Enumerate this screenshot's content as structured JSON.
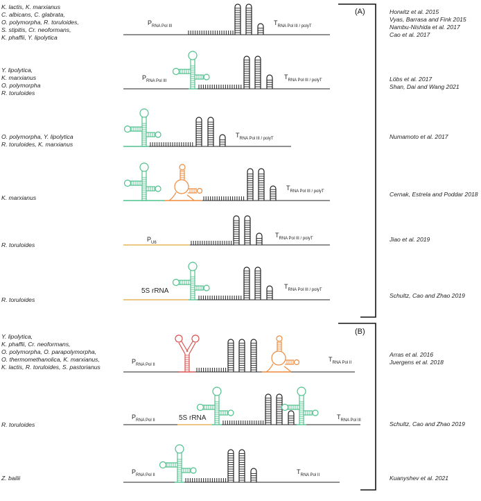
{
  "panels": [
    {
      "label": "(A)"
    },
    {
      "label": "(B)"
    }
  ],
  "colors": {
    "black": "#222222",
    "green": "#4fc08d",
    "orange": "#f08a3c",
    "red": "#d9534f",
    "yellow": "#e8b35a"
  },
  "rows": [
    {
      "organisms": [
        "K. lactis, K. marxianus",
        "C. albicans, C. glabrata,",
        "O. polymorpha, R. toruloides,",
        "S. stipitis, Cr. neoformans,",
        "K. phaffii, Y. lipolytica"
      ],
      "references": [
        "Horwitz et al. 2015",
        "Vyas, Barrasa and Fink 2015",
        "Nambu-Nishida et al. 2017",
        "Cao et al. 2017"
      ],
      "promoter": {
        "main": "P",
        "sub": "RNA Pol III"
      },
      "terminator": {
        "main": "T",
        "sub": "RNA Pol III / polyT"
      }
    },
    {
      "organisms": [
        "Y. lipolytica,",
        "K. marxianus",
        "O. polymorpha",
        "R. toruloides"
      ],
      "references": [
        "Löbs et al. 2017",
        "Shan, Dai and Wang 2021"
      ],
      "promoter": {
        "main": "P",
        "sub": "RNA Pol III"
      },
      "terminator": {
        "main": "T",
        "sub": "RNA Pol III / polyT"
      }
    },
    {
      "organisms": [
        "O. polymorpha, Y. lipolytica",
        "R. toruloides, K. marxianus"
      ],
      "references": [
        "Numamoto et al. 2017"
      ],
      "terminator": {
        "main": "T",
        "sub": "RNA Pol III / polyT"
      }
    },
    {
      "organisms": [
        "K. marxianus"
      ],
      "references": [
        "Cernak, Estrela and Poddar 2018"
      ],
      "terminator": {
        "main": "T",
        "sub": "RNA Pol III / polyT"
      }
    },
    {
      "organisms": [
        "R. toruloides"
      ],
      "references": [
        "Jiao et al. 2019"
      ],
      "promoter": {
        "main": "P",
        "sub": "U6"
      },
      "terminator": {
        "main": "T",
        "sub": "RNA Pol III / polyT"
      }
    },
    {
      "organisms": [
        "R. toruloides"
      ],
      "references": [
        "Schultz, Cao and Zhao 2019"
      ],
      "element": "5S rRNA",
      "terminator": {
        "main": "T",
        "sub": "RNA Pol III / polyT"
      }
    },
    {
      "organisms": [
        "Y. lipolytica,",
        "K. phaffii, Cr. neoformans,",
        "O. polymorpha, O. parapolymorpha,",
        "O. thermomethanolica, K. marxianus,",
        "K. lactis, R. toruloides, S. pastorianus"
      ],
      "references": [
        "Arras et al. 2016",
        "Juergens et al. 2018"
      ],
      "promoter": {
        "main": "P",
        "sub": "RNA Pol II"
      },
      "terminator": {
        "main": "T",
        "sub": "RNA Pol II"
      }
    },
    {
      "organisms": [
        "R. toruloides"
      ],
      "references": [
        "Schultz, Cao and Zhao 2019"
      ],
      "promoter": {
        "main": "P",
        "sub": "RNA Pol II"
      },
      "element": "5S rRNA",
      "terminator": {
        "main": "T",
        "sub": "RNA Pol III"
      }
    },
    {
      "organisms": [
        "Z. bailii"
      ],
      "references": [
        "Kuanyshev et al. 2021"
      ],
      "promoter": {
        "main": "P",
        "sub": "RNA Pol II"
      },
      "terminator": {
        "main": "T",
        "sub": "RNA Pol II"
      }
    }
  ]
}
